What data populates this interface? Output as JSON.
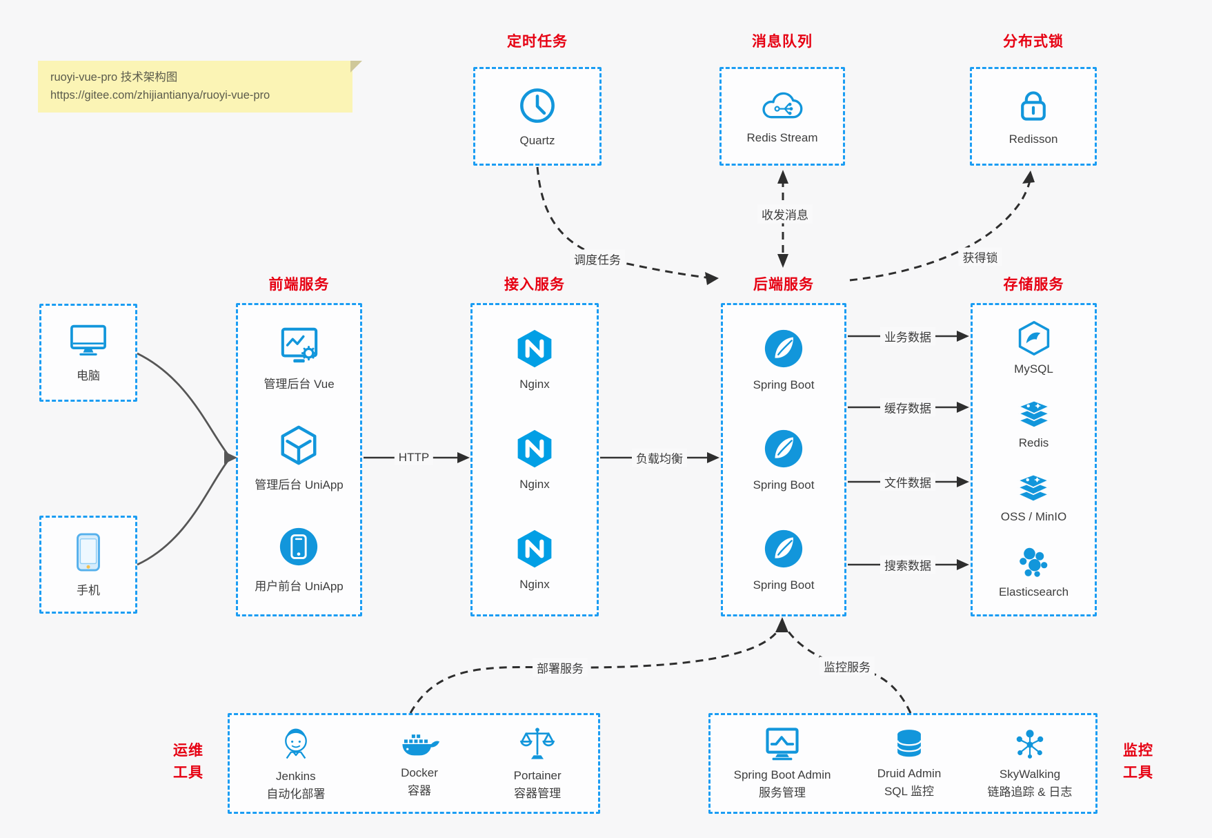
{
  "note": {
    "line1": "ruoyi-vue-pro 技术架构图",
    "line2": "https://gitee.com/zhijiantianya/ruoyi-vue-pro"
  },
  "colors": {
    "background": "#f7f7f8",
    "box_border_blue": "#1b9df3",
    "icon_blue": "#1296db",
    "nginx_blue": "#029fe5",
    "title_red": "#e60012",
    "arrow_dark": "#2e2e2e",
    "note_bg": "#fbf4b5"
  },
  "top_groups": [
    {
      "title": "定时任务",
      "item": {
        "label": "Quartz",
        "icon": "clock-icon"
      }
    },
    {
      "title": "消息队列",
      "item": {
        "label": "Redis Stream",
        "icon": "cloud-stream-icon"
      }
    },
    {
      "title": "分布式锁",
      "item": {
        "label": "Redisson",
        "icon": "lock-icon"
      }
    }
  ],
  "clients": [
    {
      "label": "电脑",
      "icon": "desktop-icon"
    },
    {
      "label": "手机",
      "icon": "phone-icon"
    }
  ],
  "columns": [
    {
      "title": "前端服务",
      "items": [
        {
          "label": "管理后台 Vue",
          "icon": "admin-vue-icon"
        },
        {
          "label": "管理后台 UniApp",
          "icon": "uniapp-cube-icon"
        },
        {
          "label": "用户前台 UniApp",
          "icon": "user-app-icon"
        }
      ]
    },
    {
      "title": "接入服务",
      "items": [
        {
          "label": "Nginx",
          "icon": "nginx-icon"
        },
        {
          "label": "Nginx",
          "icon": "nginx-icon"
        },
        {
          "label": "Nginx",
          "icon": "nginx-icon"
        }
      ]
    },
    {
      "title": "后端服务",
      "items": [
        {
          "label": "Spring Boot",
          "icon": "spring-icon"
        },
        {
          "label": "Spring Boot",
          "icon": "spring-icon"
        },
        {
          "label": "Spring Boot",
          "icon": "spring-icon"
        }
      ]
    },
    {
      "title": "存储服务",
      "items": [
        {
          "label": "MySQL",
          "icon": "mysql-icon"
        },
        {
          "label": "Redis",
          "icon": "redis-icon"
        },
        {
          "label": "OSS / MinIO",
          "icon": "oss-icon"
        },
        {
          "label": "Elasticsearch",
          "icon": "elasticsearch-icon"
        }
      ]
    }
  ],
  "bottom_groups": [
    {
      "side_label": {
        "lines": [
          "运维",
          "工具"
        ]
      },
      "items": [
        {
          "name": "Jenkins",
          "desc": "自动化部署",
          "icon": "jenkins-icon"
        },
        {
          "name": "Docker",
          "desc": "容器",
          "icon": "docker-icon"
        },
        {
          "name": "Portainer",
          "desc": "容器管理",
          "icon": "portainer-icon"
        }
      ]
    },
    {
      "side_label": {
        "lines": [
          "监控",
          "工具"
        ]
      },
      "items": [
        {
          "name": "Spring Boot Admin",
          "desc": "服务管理",
          "icon": "spring-boot-admin-icon"
        },
        {
          "name": "Druid Admin",
          "desc": "SQL 监控",
          "icon": "druid-icon"
        },
        {
          "name": "SkyWalking",
          "desc": "链路追踪 & 日志",
          "icon": "skywalking-icon"
        }
      ]
    }
  ],
  "edges": {
    "http": "HTTP",
    "load_balance": "负载均衡",
    "schedule": "调度任务",
    "messaging": "收发消息",
    "lock": "获得锁",
    "data_business": "业务数据",
    "data_cache": "缓存数据",
    "data_file": "文件数据",
    "data_search": "搜索数据",
    "deploy": "部署服务",
    "monitor": "监控服务"
  }
}
